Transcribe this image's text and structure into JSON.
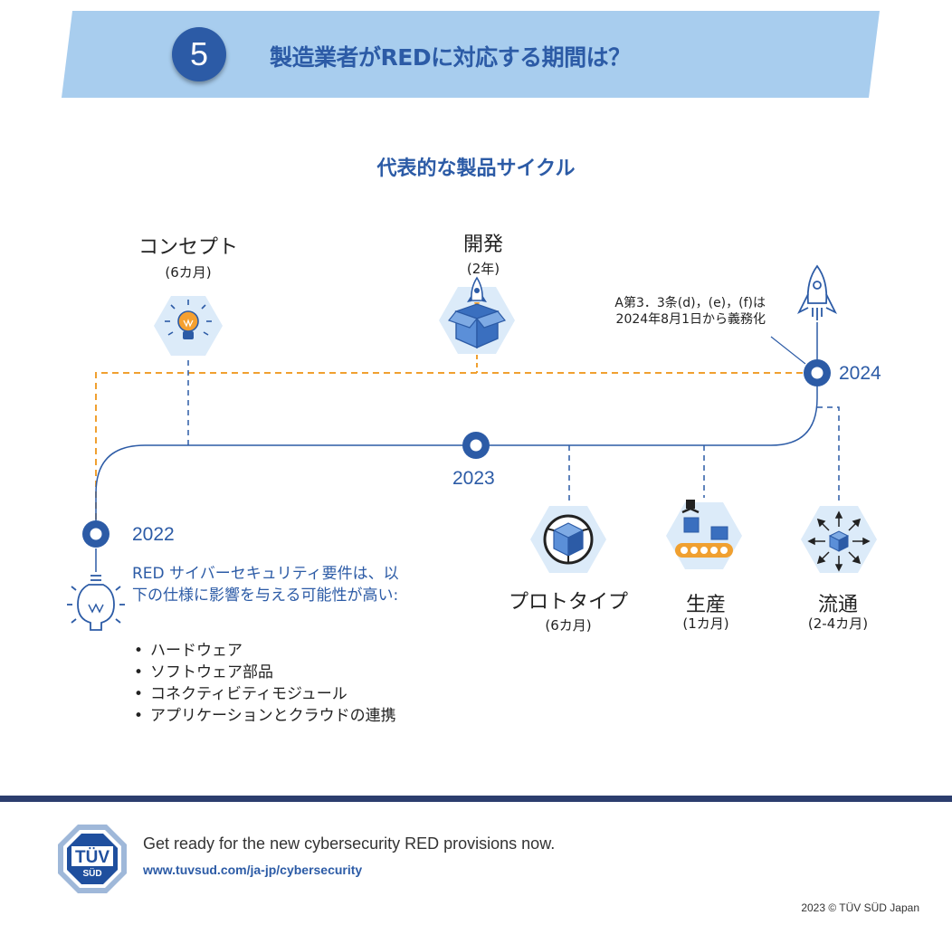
{
  "header": {
    "step_number": "5",
    "title": "製造業者がREDに対応する期間は？"
  },
  "subtitle": "代表的な製品サイクル",
  "phases": {
    "concept": {
      "name": "コンセプト",
      "duration": "(6カ月)",
      "icon": "lightbulb-icon"
    },
    "development": {
      "name": "開発",
      "duration": "(2年)",
      "icon": "rocket-box-icon"
    },
    "prototype": {
      "name": "プロトタイプ",
      "duration": "(6カ月)",
      "icon": "cube-icon"
    },
    "production": {
      "name": "生産",
      "duration": "(1カ月)",
      "icon": "conveyor-icon"
    },
    "distribution": {
      "name": "流通",
      "duration": "(2-4カ月)",
      "icon": "distribution-icon"
    }
  },
  "timeline": {
    "year_2022": "2022",
    "year_2023": "2023",
    "year_2024": "2024"
  },
  "note": {
    "line1": "A第3．3条(d)，(e)，(f)は",
    "line2": "2024年8月1日から義務化",
    "icon": "rocket-icon"
  },
  "requirements": {
    "intro": "RED サイバーセキュリティ要件は、以下の仕様に影響を与える可能性が高い:",
    "items": [
      "ハードウェア",
      "ソフトウェア部品",
      "コネクティビティモジュール",
      "アプリケーションとクラウドの連携"
    ],
    "icon": "lightbulb-outline-icon"
  },
  "footer": {
    "tagline": "Get ready for the new cybersecurity RED provisions now.",
    "url": "www.tuvsud.com/ja-jp/cybersecurity",
    "logo_text_top": "TÜV",
    "logo_text_bottom": "SÜD",
    "copyright": "2023 © TÜV SÜD Japan"
  },
  "colors": {
    "primary_blue": "#2c5ba6",
    "light_blue_band": "#a8cdee",
    "hex_fill": "#dcebf9",
    "orange": "#f0a030",
    "dark_navy": "#2c3e6e"
  }
}
